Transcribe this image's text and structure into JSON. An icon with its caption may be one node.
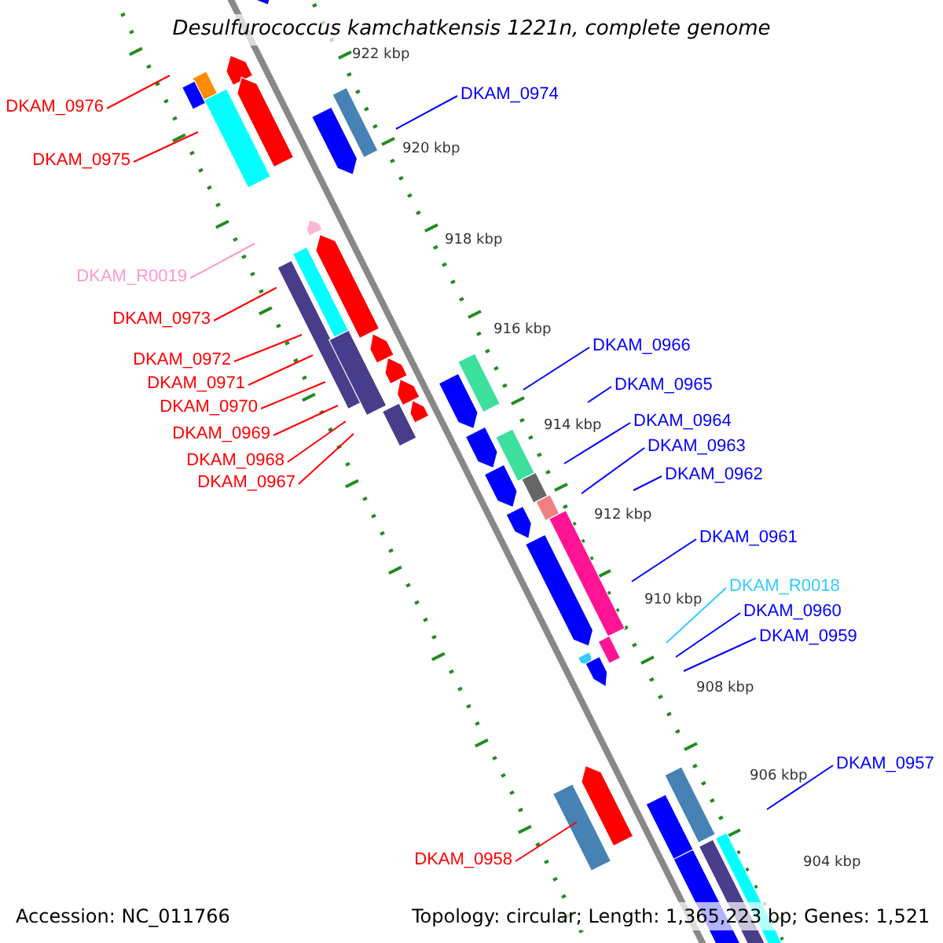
{
  "diagram": {
    "title": "Desulfurococcus kamchatkensis 1221n, complete genome",
    "nodes": [
      {
        "text": [
          "DKAM_0976"
        ]
      },
      {
        "text": [
          "DKAM_0975"
        ]
      },
      {
        "text": [
          "DKAM_0974"
        ]
      },
      {
        "text": [
          "DKAM_R0019"
        ]
      },
      {
        "text": [
          "DKAM_0973"
        ]
      },
      {
        "text": [
          "DKAM_0972"
        ]
      },
      {
        "text": [
          "DKAM_0971"
        ]
      },
      {
        "text": [
          "DKAM_0970"
        ]
      },
      {
        "text": [
          "DKAM_0969"
        ]
      },
      {
        "text": [
          "DKAM_0968"
        ]
      },
      {
        "text": [
          "DKAM_0967"
        ]
      },
      {
        "text": [
          "DKAM_0966"
        ]
      },
      {
        "text": [
          "DKAM_0965"
        ]
      },
      {
        "text": [
          "DKAM_0964"
        ]
      },
      {
        "text": [
          "DKAM_0963"
        ]
      },
      {
        "text": [
          "DKAM_0962"
        ]
      },
      {
        "text": [
          "DKAM_0961"
        ]
      },
      {
        "text": [
          "DKAM_R0018"
        ]
      },
      {
        "text": [
          "DKAM_0960"
        ]
      },
      {
        "text": [
          "DKAM_0959"
        ]
      },
      {
        "text": [
          "DKAM_0957"
        ]
      },
      {
        "text": [
          "DKAM_0958"
        ]
      }
    ],
    "edges": [
      {
        "from": 0,
        "to": null,
        "arrow": "none",
        "color": "#ff0000"
      },
      {
        "from": 1,
        "to": null,
        "arrow": "none",
        "color": "#ff0000"
      },
      {
        "from": 2,
        "to": null,
        "arrow": "none",
        "color": "#0000ff"
      },
      {
        "from": 3,
        "to": null,
        "arrow": "none",
        "color": "#ff99cc"
      },
      {
        "from": 4,
        "to": null,
        "arrow": "none",
        "color": "#ff0000"
      },
      {
        "from": 5,
        "to": null,
        "arrow": "none",
        "color": "#ff0000"
      },
      {
        "from": 6,
        "to": null,
        "arrow": "none",
        "color": "#ff0000"
      },
      {
        "from": 7,
        "to": null,
        "arrow": "none",
        "color": "#ff0000"
      },
      {
        "from": 8,
        "to": null,
        "arrow": "none",
        "color": "#ff0000"
      },
      {
        "from": 9,
        "to": null,
        "arrow": "none",
        "color": "#ff0000"
      },
      {
        "from": 10,
        "to": null,
        "arrow": "none",
        "color": "#ff0000"
      },
      {
        "from": 11,
        "to": null,
        "arrow": "none",
        "color": "#0000ff"
      },
      {
        "from": 12,
        "to": null,
        "arrow": "none",
        "color": "#0000ff"
      },
      {
        "from": 13,
        "to": null,
        "arrow": "none",
        "color": "#0000ff"
      },
      {
        "from": 14,
        "to": null,
        "arrow": "none",
        "color": "#0000ff"
      },
      {
        "from": 15,
        "to": null,
        "arrow": "none",
        "color": "#0000ff"
      },
      {
        "from": 16,
        "to": null,
        "arrow": "none",
        "color": "#0000ff"
      },
      {
        "from": 17,
        "to": null,
        "arrow": "none",
        "color": "#33ccff"
      },
      {
        "from": 18,
        "to": null,
        "arrow": "none",
        "color": "#0000ff"
      },
      {
        "from": 19,
        "to": null,
        "arrow": "none",
        "color": "#0000ff"
      },
      {
        "from": 20,
        "to": null,
        "arrow": "none",
        "color": "#0000ff"
      },
      {
        "from": 21,
        "to": null,
        "arrow": "none",
        "color": "#ff0000"
      }
    ],
    "labels": [
      "922 kbp",
      "920 kbp",
      "918 kbp",
      "916 kbp",
      "914 kbp",
      "912 kbp",
      "910 kbp",
      "908 kbp",
      "906 kbp",
      "904 kbp",
      "Accession: NC_011766",
      "Topology: circular; Length: 1,365,223 bp; Genes: 1,521"
    ]
  }
}
